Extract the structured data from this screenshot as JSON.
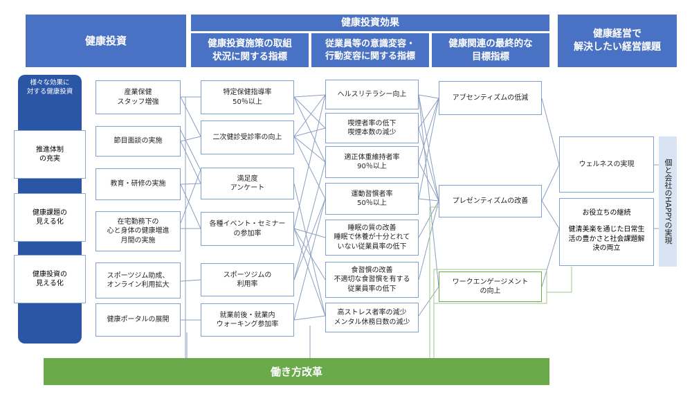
{
  "headers": {
    "investment": "健康投資",
    "effects": "健康投資効果",
    "measures": "健康投資施策の取組\n状況に関する指標",
    "awareness": "従業員等の意識変容・\n行動変容に関する指標",
    "final": "健康関連の最終的な\n目標指標",
    "management": "健康経営で\n解決したい経営課題"
  },
  "side_panel": {
    "title": "様々な効果に\n対する健康投資",
    "items": [
      "推進体制\nの充実",
      "健康課題の\n見える化",
      "健康投資の\n見える化"
    ]
  },
  "col1": [
    "産業保健\nスタッフ増強",
    "節目面談の実施",
    "教育・研修の実施",
    "在宅勤務下の\n心と身体の健康増進\n月間の実施",
    "スポーツジム助成、\nオンライン利用拡大",
    "健康ポータルの展開"
  ],
  "col2": [
    "特定保健指導率\n50％以上",
    "二次健診受診率の向上",
    "満足度\nアンケート",
    "各種イベント・セミナー\nの参加率",
    "スポーツジムの\n利用率",
    "就業前後・就業内\nウォーキング参加率"
  ],
  "col3": [
    "ヘルスリテラシー向上",
    "喫煙者率の低下\n喫煙本数の減少",
    "適正体重維持者率\n90％以上",
    "運動習慣者率\n50％以上",
    "睡眠の質の改善\n睡眠で休養が十分とれて\nいない従業員率の低下",
    "食習慣の改善\n不適切な食習慣を有する\n従業員率の低下",
    "高ストレス者率の減少\nメンタル休務日数の減少"
  ],
  "col4": [
    "アブセンティズムの低減",
    "プレゼンティズムの改善",
    "ワークエンゲージメント\nの向上"
  ],
  "col5": {
    "wellness": "ウェルネスの実現",
    "contrib_title": "お役立ちの継続",
    "contrib_body": "健清美楽を通じた日常生\n活の豊かさと社会課題解\n決の両立"
  },
  "happy": "個と会社のHAPPYの実現",
  "footer": "働き方改革"
}
